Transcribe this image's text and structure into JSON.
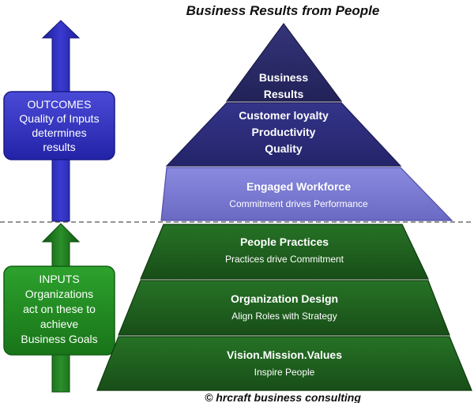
{
  "title": "Business Results from People",
  "footer": "© hrcraft business consulting",
  "outcomes": {
    "label": "OUTCOMES",
    "lines": [
      "Quality of Inputs",
      "determines",
      "results"
    ]
  },
  "inputs": {
    "label": "INPUTS",
    "lines": [
      "Organizations",
      "act on these to",
      "achieve",
      "Business Goals"
    ]
  },
  "pyramid": {
    "levels": [
      {
        "title_lines": [
          "Business",
          "Results"
        ],
        "subtitle": ""
      },
      {
        "title_lines": [
          "Customer loyalty",
          "Productivity",
          "Quality"
        ],
        "subtitle": ""
      },
      {
        "title_lines": [
          "Engaged Workforce"
        ],
        "subtitle": "Commitment drives Performance"
      },
      {
        "title_lines": [
          "People Practices"
        ],
        "subtitle": "Practices drive Commitment"
      },
      {
        "title_lines": [
          "Organization Design"
        ],
        "subtitle": "Align Roles with Strategy"
      },
      {
        "title_lines": [
          "Vision.Mission.Values"
        ],
        "subtitle": "Inspire People"
      }
    ]
  },
  "colors": {
    "outcome_arrow": "#2a2bb8",
    "outcome_box": "#2f2fc0",
    "input_arrow": "#1c7a1c",
    "input_box": "#1e8a1e",
    "level_business_results": "#2a2a66",
    "level_customer": "#2e2e7a",
    "level_engaged": "#7a7ad0",
    "level_green": "#1e5e1e"
  }
}
